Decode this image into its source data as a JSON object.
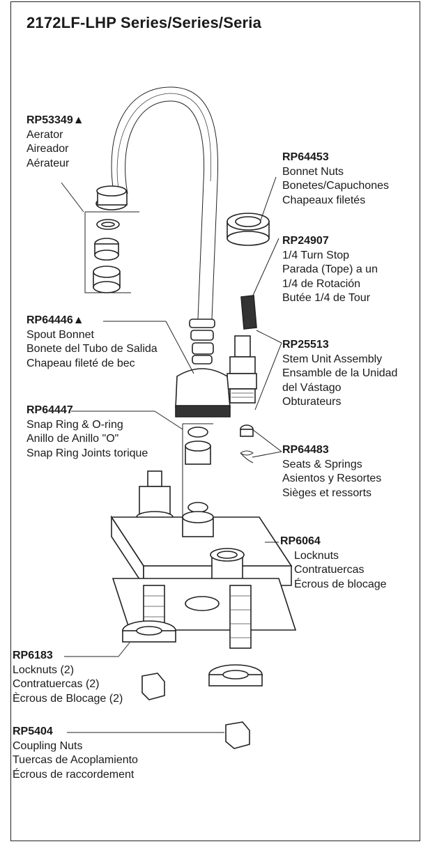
{
  "title": "2172LF-LHP Series/Series/Seria",
  "callouts": [
    {
      "part": "RP53349▲",
      "lines": [
        "Aerator",
        "Aireador",
        "Aérateur"
      ]
    },
    {
      "part": "RP64453",
      "lines": [
        "Bonnet Nuts",
        "Bonetes/Capuchones",
        "Chapeaux filetés"
      ]
    },
    {
      "part": "RP24907",
      "lines": [
        "1/4 Turn Stop",
        "Parada (Tope) a un",
        "1/4 de Rotación",
        "Butée 1/4 de Tour"
      ]
    },
    {
      "part": "RP64446▲",
      "lines": [
        "Spout Bonnet",
        "Bonete del Tubo de Salida",
        "Chapeau fileté de bec"
      ]
    },
    {
      "part": "RP25513",
      "lines": [
        "Stem Unit Assembly",
        "Ensamble de la Unidad",
        "del Vástago",
        "Obturateurs"
      ]
    },
    {
      "part": "RP64447",
      "lines": [
        "Snap Ring & O-ring",
        "Anillo de Anillo \"O\"",
        "Snap Ring Joints torique"
      ]
    },
    {
      "part": "RP64483",
      "lines": [
        "Seats & Springs",
        "Asientos y Resortes",
        "Sièges et ressorts"
      ]
    },
    {
      "part": "RP6064",
      "lines": [
        "Locknuts",
        "Contratuercas",
        "Écrous de blocage"
      ]
    },
    {
      "part": "RP6183",
      "lines": [
        "Locknuts (2)",
        "Contratuercas (2)",
        "Ècrous de Blocage (2)"
      ]
    },
    {
      "part": "RP5404",
      "lines": [
        "Coupling Nuts",
        "Tuercas de Acoplamiento",
        "Écrous de raccordement"
      ]
    }
  ]
}
